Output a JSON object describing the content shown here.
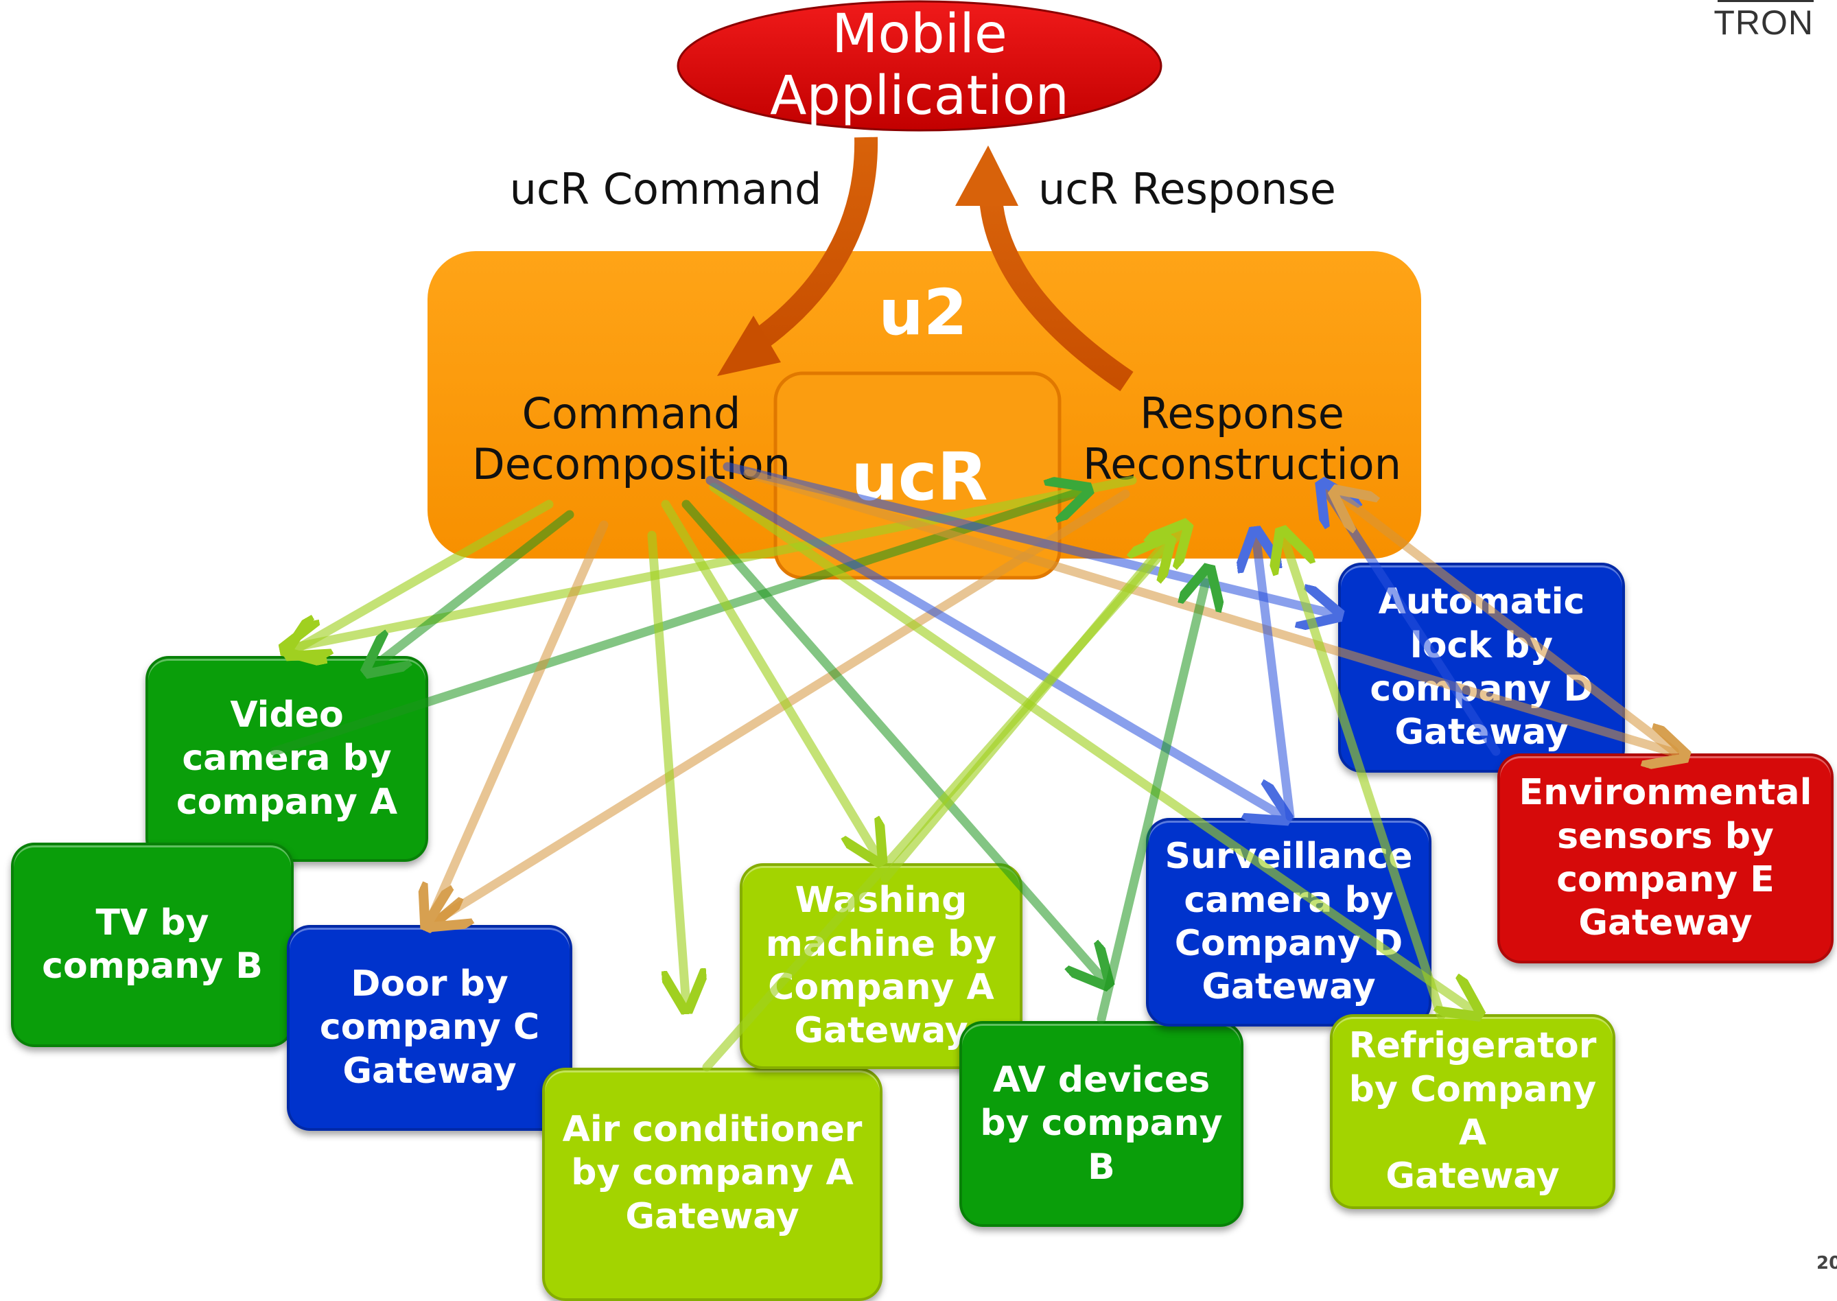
{
  "header": {
    "brand": "TRON",
    "page_number": "20"
  },
  "mobile_app": {
    "label": "Mobile Application"
  },
  "arrows": {
    "command_label": "ucR Command",
    "response_label": "ucR Response"
  },
  "u2": {
    "title": "u2",
    "inner_title": "ucR",
    "command_block": "Command\nDecomposition",
    "response_block": "Response\nReconstruction"
  },
  "colors": {
    "light_green": "#a3d400",
    "green": "#0a9e0a",
    "blue": "#0033cc",
    "red": "#d60a0a",
    "orange": "#fa9a00"
  },
  "devices": [
    {
      "id": "video-camera",
      "label": "Video\ncamera by\ncompany A",
      "color": "green"
    },
    {
      "id": "tv",
      "label": "TV by\ncompany B",
      "color": "green"
    },
    {
      "id": "door",
      "label": "Door by\ncompany C\nGateway",
      "color": "blue"
    },
    {
      "id": "air-conditioner",
      "label": "Air conditioner\nby company A\nGateway",
      "color": "light_green"
    },
    {
      "id": "washing-machine",
      "label": "Washing\nmachine by\nCompany A\nGateway",
      "color": "light_green"
    },
    {
      "id": "av-devices",
      "label": "AV devices\nby company\nB",
      "color": "green"
    },
    {
      "id": "surveillance-camera",
      "label": "Surveillance\ncamera by\nCompany D\nGateway",
      "color": "blue"
    },
    {
      "id": "refrigerator",
      "label": "Refrigerator\nby Company\nA\nGateway",
      "color": "light_green"
    },
    {
      "id": "automatic-lock",
      "label": "Automatic\nlock by\ncompany D\nGateway",
      "color": "blue"
    },
    {
      "id": "environmental-sensors",
      "label": "Environmental\nsensors by\ncompany E\nGateway",
      "color": "red"
    }
  ]
}
